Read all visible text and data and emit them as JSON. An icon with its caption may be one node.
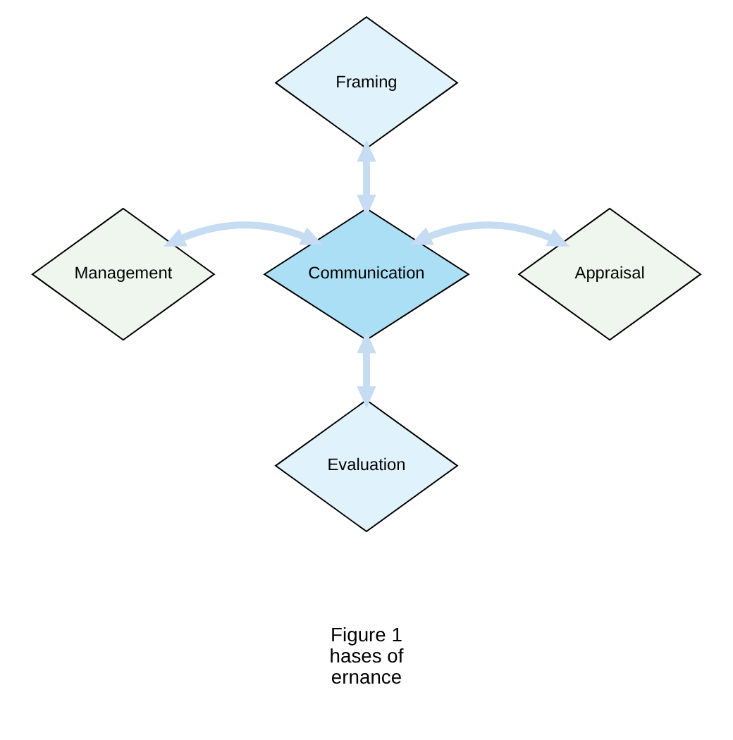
{
  "diagram": {
    "nodes": [
      {
        "text": [
          "Framing"
        ]
      },
      {
        "text": [
          "Management"
        ]
      },
      {
        "text": [
          "Communication"
        ]
      },
      {
        "text": [
          "Appraisal"
        ]
      },
      {
        "text": [
          "Evaluation"
        ]
      }
    ],
    "edges": [
      {
        "from": 0,
        "to": 2,
        "arrow": "both"
      },
      {
        "from": 2,
        "to": 3,
        "arrow": "both"
      },
      {
        "from": 2,
        "to": 4,
        "arrow": "both"
      },
      {
        "from": 1,
        "to": 2,
        "arrow": "both"
      }
    ],
    "labels": [
      "Figure 1",
      "hases of",
      "ernance"
    ]
  }
}
